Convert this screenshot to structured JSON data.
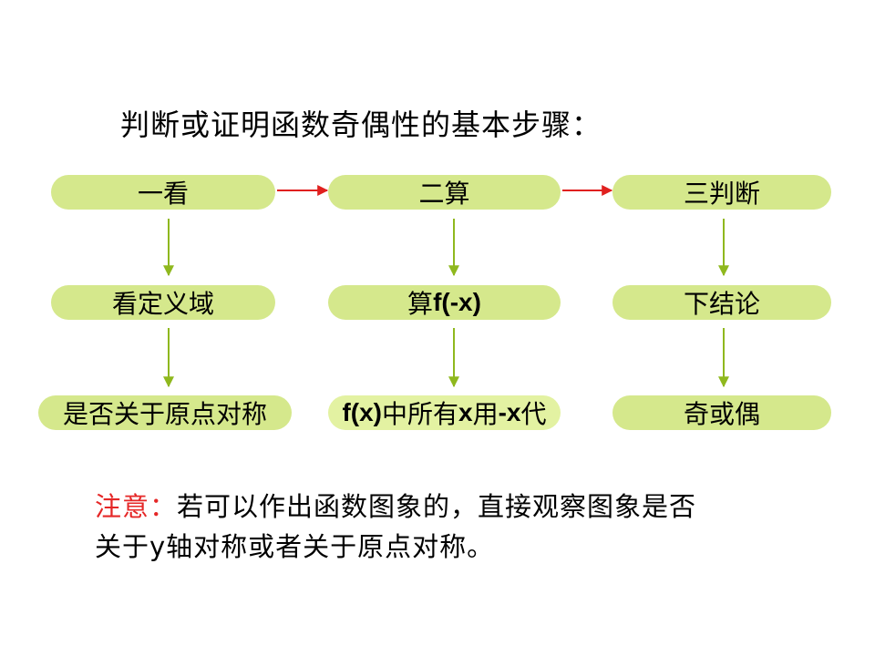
{
  "title": "判断或证明函数奇偶性的基本步骤：",
  "steps": {
    "row1": [
      "一看",
      "二算",
      "三判断"
    ],
    "row2": [
      "看定义域",
      "算",
      "下结论"
    ],
    "row2_mid_latin": "f(-x)",
    "row3_left": "是否关于原点对称",
    "row3_mid": {
      "p1": "f(x)",
      "p2": "中所有",
      "p3": "x",
      "p4": "用",
      "p5": "-x",
      "p6": "代"
    },
    "row3_right": "奇或偶"
  },
  "note": {
    "label": "注意：",
    "line1": "若可以作出函数图象的，直接观察图象是否",
    "line2": "关于y轴对称或者关于原点对称。"
  },
  "colors": {
    "box_fill": "#d5e88c",
    "horizontal_arrow": "#e0201f",
    "vertical_arrow": "#8fb81e",
    "note_label": "#e52727"
  }
}
